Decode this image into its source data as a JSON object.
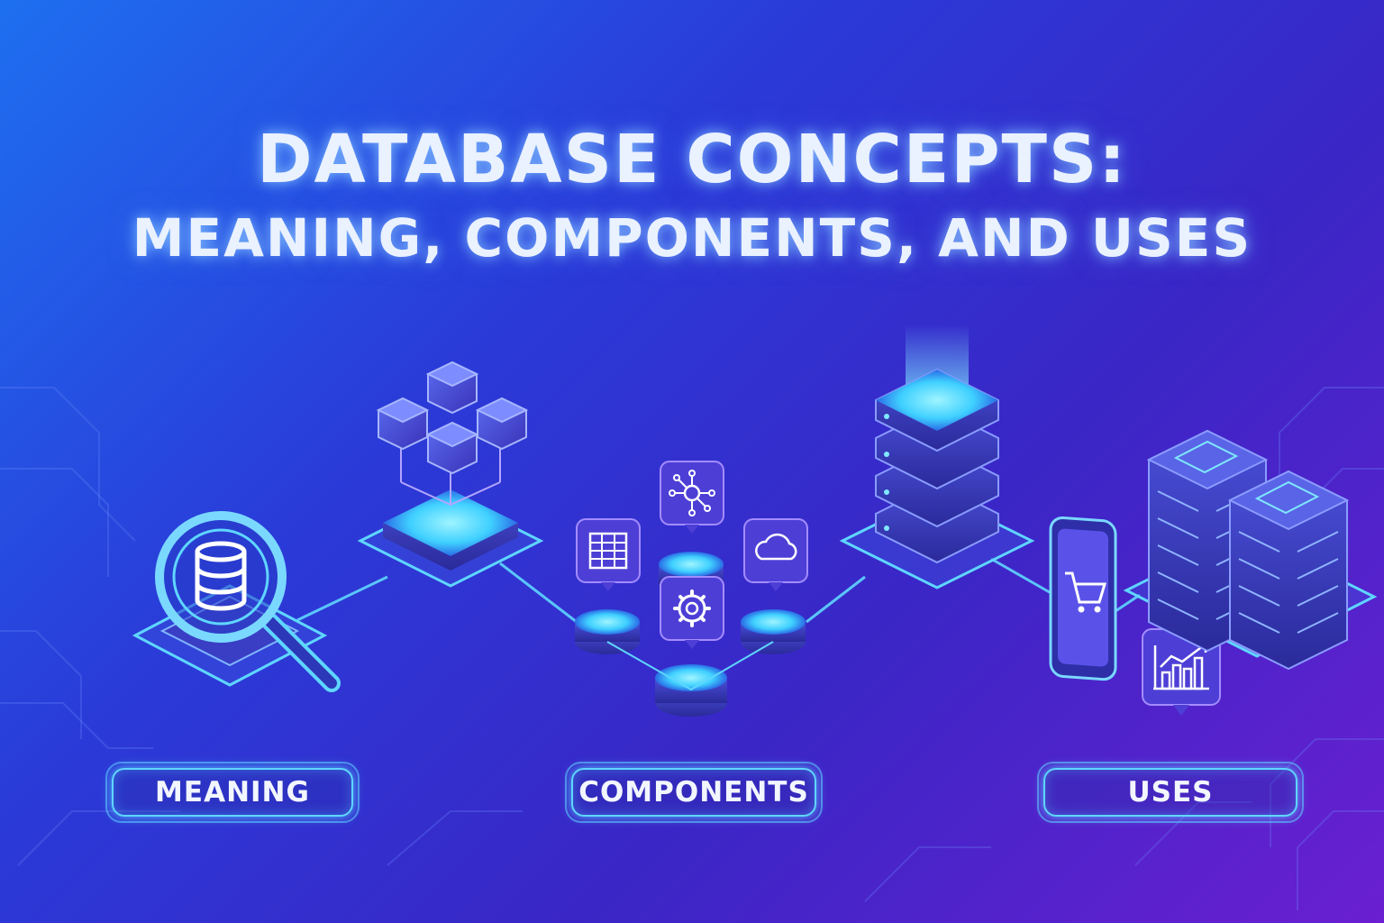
{
  "title": {
    "line1": "DATABASE CONCEPTS:",
    "line2": "MEANING, COMPONENTS, AND USES"
  },
  "sections": [
    {
      "label": "MEANING"
    },
    {
      "label": "COMPONENTS"
    },
    {
      "label": "USES"
    }
  ],
  "colors": {
    "background_start": "#1e6ff0",
    "background_end": "#6a1fd0",
    "glow": "#5fd6ff",
    "title_text": "#eaf1ff"
  },
  "icons": [
    "magnifier-database-icon",
    "cube-cluster-icon",
    "table-icon",
    "network-icon",
    "settings-gear-icon",
    "cloud-icon",
    "server-stack-icon",
    "smartphone-cart-icon",
    "bar-chart-icon",
    "server-rack-icon"
  ]
}
